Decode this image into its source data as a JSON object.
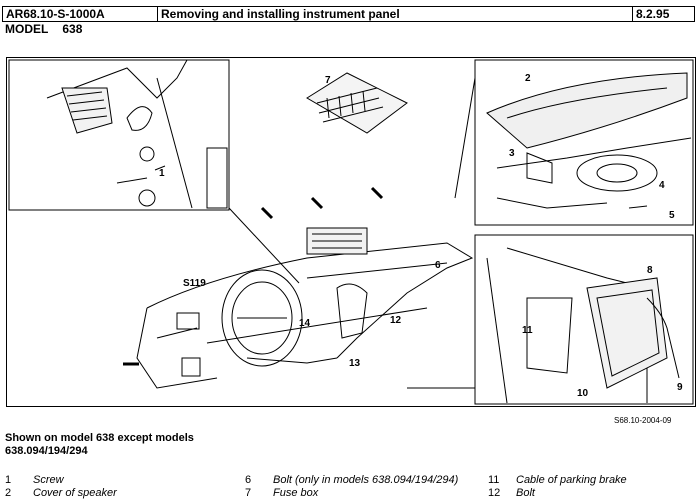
{
  "header": {
    "doc_id": "AR68.10-S-1000A",
    "title": "Removing and installing instrument panel",
    "date": "8.2.95"
  },
  "model": {
    "label": "MODEL",
    "value": "638"
  },
  "figure": {
    "callouts": [
      "1",
      "2",
      "3",
      "4",
      "5",
      "6",
      "7",
      "8",
      "9",
      "10",
      "11",
      "12",
      "13",
      "14",
      "S119"
    ],
    "id": "S68.10-2004-09"
  },
  "note": {
    "line1": "Shown on model 638 except models",
    "line2": "638.094/194/294"
  },
  "legend": [
    {
      "num": "1",
      "text": "Screw"
    },
    {
      "num": "2",
      "text": "Cover of speaker"
    },
    {
      "num": "6",
      "text": "Bolt (only in models 638.094/194/294)"
    },
    {
      "num": "7",
      "text": "Fuse box"
    },
    {
      "num": "11",
      "text": "Cable of parking brake"
    },
    {
      "num": "12",
      "text": "Bolt"
    }
  ]
}
